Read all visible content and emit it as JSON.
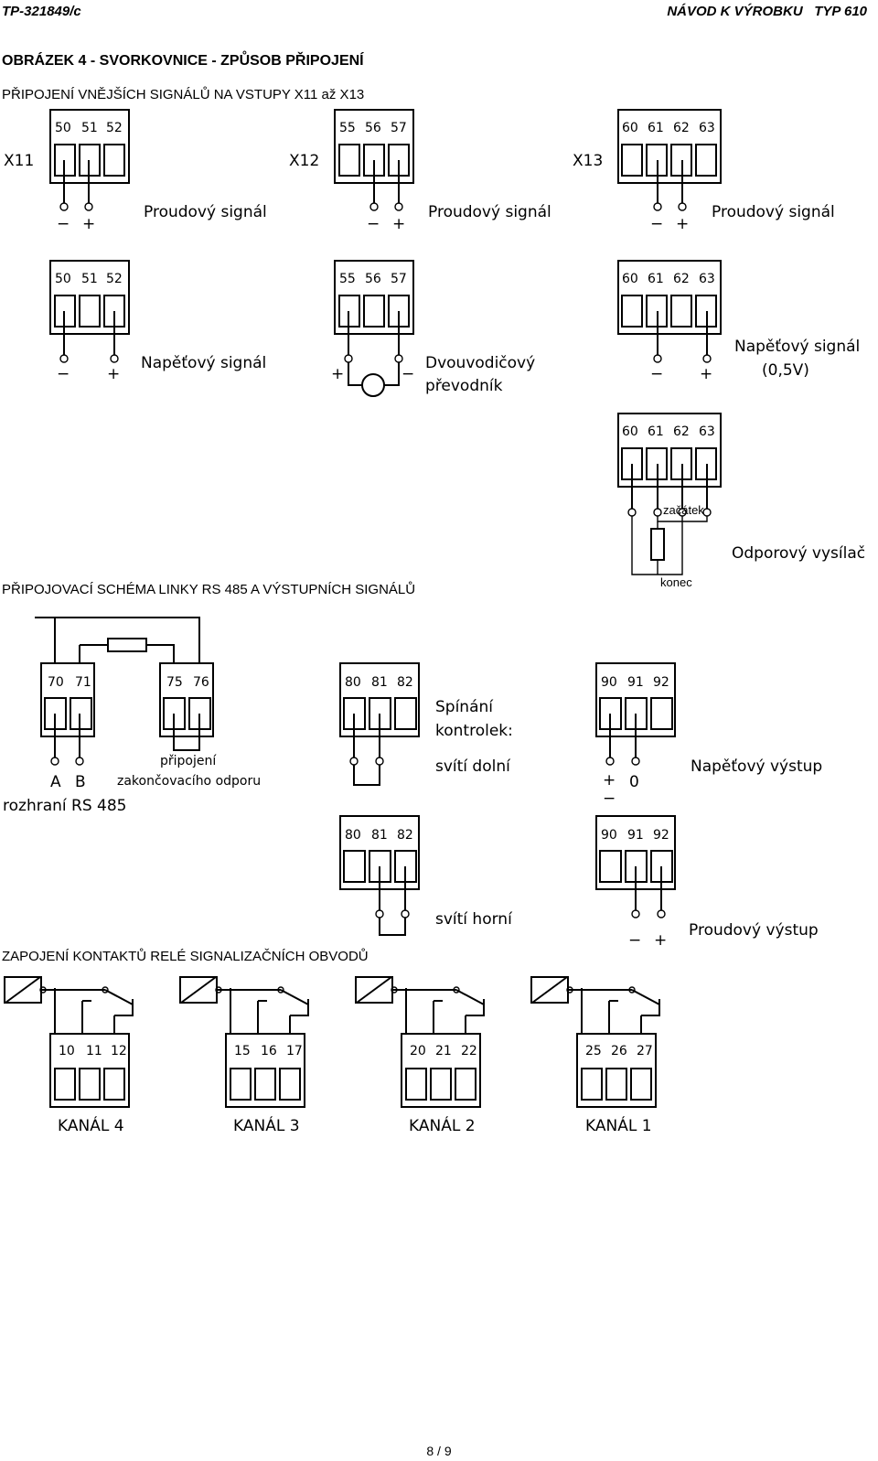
{
  "header": {
    "doc_id": "TP-321849/c",
    "doc_title": "NÁVOD K VÝROBKU",
    "doc_type": "TYP 610"
  },
  "figure_title": "OBRÁZEK 4 - SVORKOVNICE - ZPŮSOB PŘIPOJENÍ",
  "sections": {
    "inputs": "PŘIPOJENÍ VNĚJŠÍCH SIGNÁLŮ NA VSTUPY X11 až X13",
    "rs485": "PŘIPOJOVACÍ SCHÉMA LINKY RS 485 A VÝSTUPNÍCH SIGNÁLŮ",
    "relays": "ZAPOJENÍ KONTAKTŮ RELÉ SIGNALIZAČNÍCH OBVODŮ"
  },
  "inputs": {
    "x11": "X11",
    "x12": "X12",
    "x13": "X13",
    "t50": "50",
    "t51": "51",
    "t52": "52",
    "t55": "55",
    "t56": "56",
    "t57": "57",
    "t60": "60",
    "t61": "61",
    "t62": "62",
    "t63": "63",
    "minus": "−",
    "plus": "+",
    "current_signal": "Proudový signál",
    "voltage_signal": "Napěťový signál",
    "two_wire_1": "Dvouvodičový",
    "two_wire_2": "převodník",
    "voltage_signal_05v_1": "Napěťový signál",
    "voltage_signal_05v_2": "(0,5V)",
    "start": "začátek",
    "end": "konec",
    "resistive_sensor": "Odporový vysílač"
  },
  "rs485": {
    "t70": "70",
    "t71": "71",
    "t75": "75",
    "t76": "76",
    "a": "A",
    "b": "B",
    "interface": "rozhraní RS 485",
    "termination_1": "připojení",
    "termination_2": "zakončovacího odporu"
  },
  "outputs": {
    "t80": "80",
    "t81": "81",
    "t82": "82",
    "t90": "90",
    "t91": "91",
    "t92": "92",
    "switching_1": "Spínání",
    "switching_2": "kontrolek:",
    "lower_on": "svítí dolní",
    "upper_on": "svítí horní",
    "zero": "0",
    "voltage_output": "Napěťový výstup",
    "current_output": "Proudový výstup"
  },
  "relays": {
    "t10": "10",
    "t11": "11",
    "t12": "12",
    "t15": "15",
    "t16": "16",
    "t17": "17",
    "t20": "20",
    "t21": "21",
    "t22": "22",
    "t25": "25",
    "t26": "26",
    "t27": "27",
    "ch4": "KANÁL 4",
    "ch3": "KANÁL 3",
    "ch2": "KANÁL 2",
    "ch1": "KANÁL 1"
  },
  "footer": {
    "page": "8 / 9"
  }
}
